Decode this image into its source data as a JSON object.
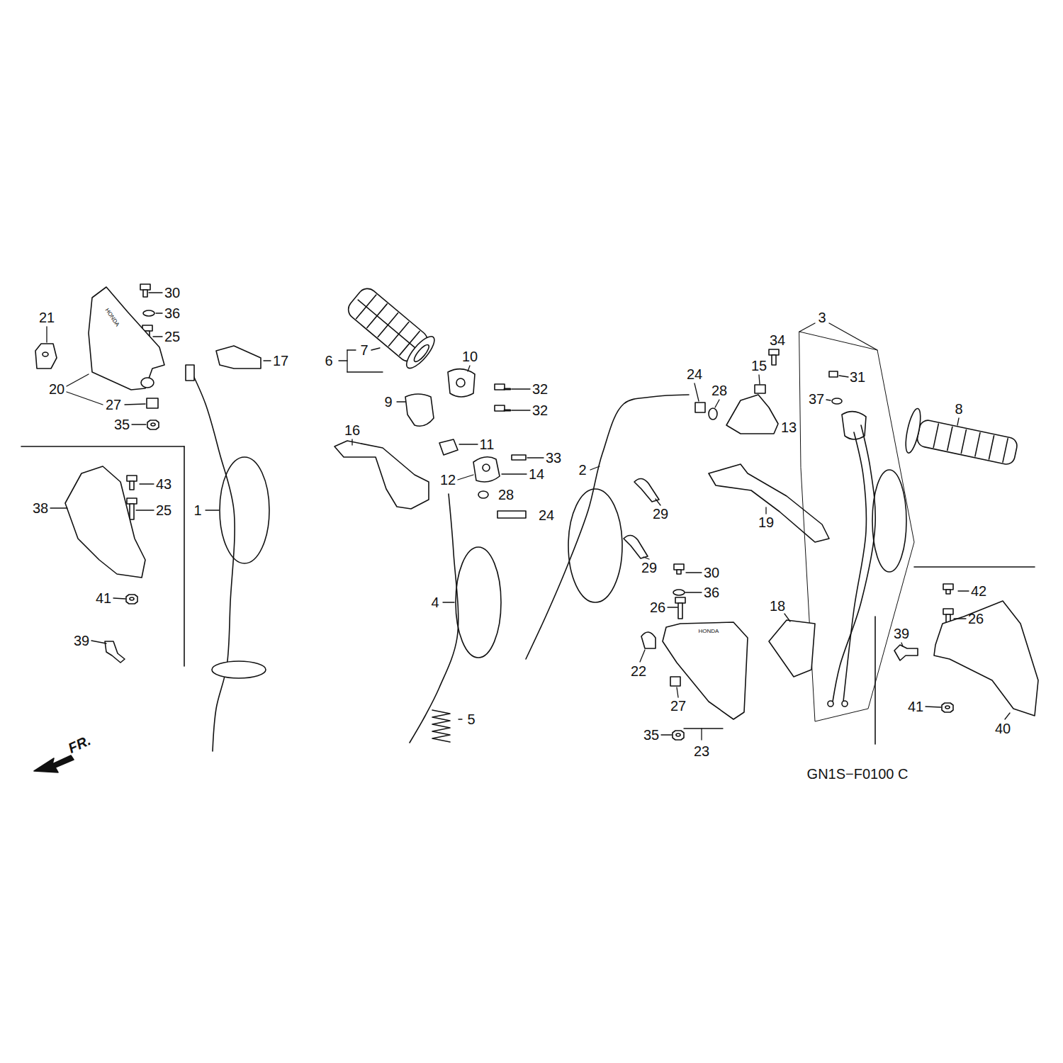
{
  "diagram": {
    "labels": [
      "30",
      "36",
      "25",
      "21",
      "17",
      "20",
      "27",
      "35",
      "HONDA",
      "7",
      "6",
      "10",
      "32",
      "32",
      "9",
      "16",
      "11",
      "33",
      "12",
      "14",
      "28",
      "24",
      "43",
      "38",
      "25",
      "1",
      "41",
      "39",
      "4",
      "5",
      "2",
      "24",
      "28",
      "15",
      "34",
      "13",
      "29",
      "29",
      "19",
      "3",
      "31",
      "37",
      "8",
      "30",
      "36",
      "26",
      "18",
      "22",
      "27",
      "35",
      "23",
      "HONDA",
      "42",
      "26",
      "39",
      "41",
      "40",
      "FR.",
      "GN1S−F0100 C"
    ]
  }
}
